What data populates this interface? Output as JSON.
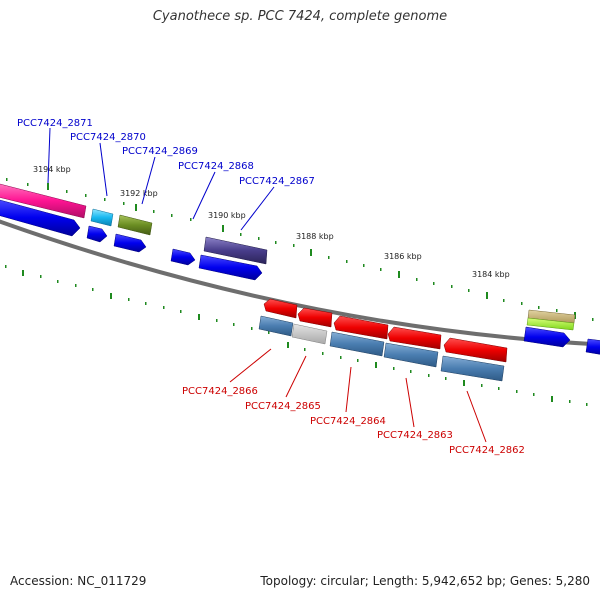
{
  "title": "Cyanothece sp. PCC 7424, complete genome",
  "footer": {
    "accession": "Accession: NC_011729",
    "summary": "Topology: circular; Length: 5,942,652 bp; Genes: 5,280"
  },
  "tick_labels": [
    "3194 kbp",
    "3192 kbp",
    "3190 kbp",
    "3188 kbp",
    "3186 kbp",
    "3184 kbp"
  ],
  "gene_labels_top": [
    "PCC7424_2871",
    "PCC7424_2870",
    "PCC7424_2869",
    "PCC7424_2868",
    "PCC7424_2867"
  ],
  "gene_labels_bottom": [
    "PCC7424_2866",
    "PCC7424_2865",
    "PCC7424_2864",
    "PCC7424_2863",
    "PCC7424_2862"
  ],
  "colors": {
    "label_top": "#0000cc",
    "label_bottom": "#cc0000",
    "backbone": "#777777",
    "tick": "#1f8a1f",
    "blue_cds": "#0000ee",
    "red_cds": "#ee0000",
    "steel_cds": "#4a7db0"
  }
}
